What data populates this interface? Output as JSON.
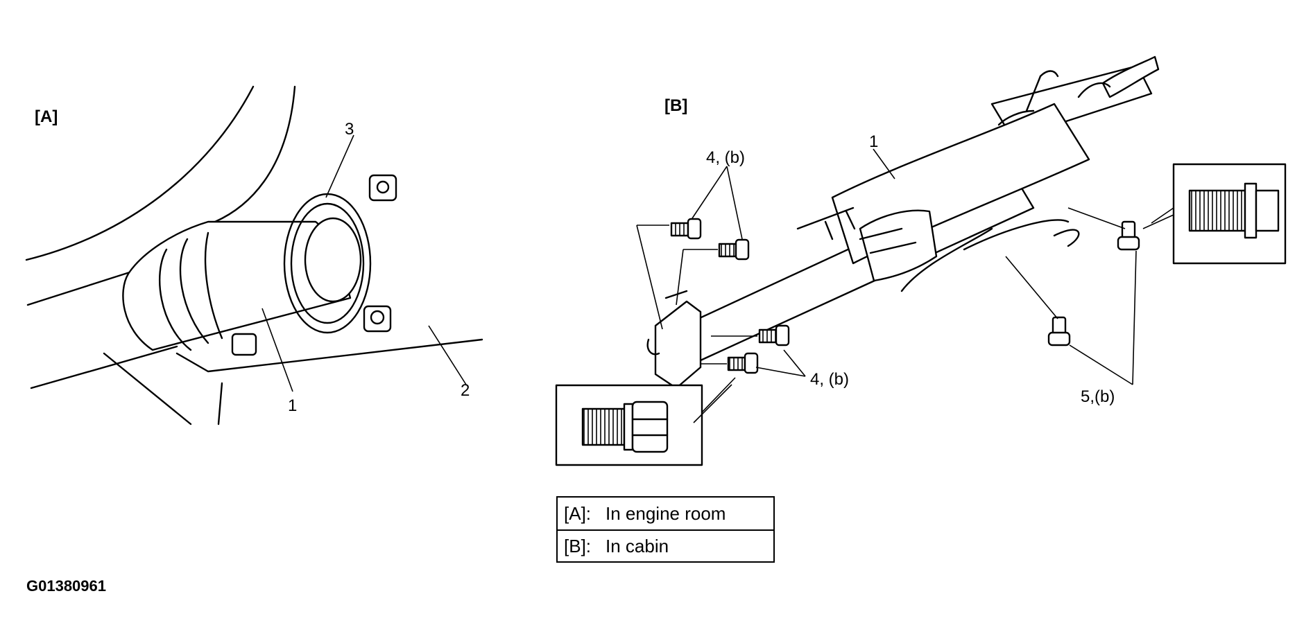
{
  "panels": {
    "a": {
      "label": "[A]"
    },
    "b": {
      "label": "[B]"
    }
  },
  "callouts": {
    "a_1": "1",
    "a_2": "2",
    "a_3": "3",
    "b_1": "1",
    "b_4_top": "4, (b)",
    "b_4_bottom": "4, (b)",
    "b_5": "5,(b)"
  },
  "legend": {
    "rows": [
      {
        "key": "[A]:",
        "value": "In engine room"
      },
      {
        "key": "[B]:",
        "value": "In cabin"
      }
    ]
  },
  "figure_id": "G01380961"
}
